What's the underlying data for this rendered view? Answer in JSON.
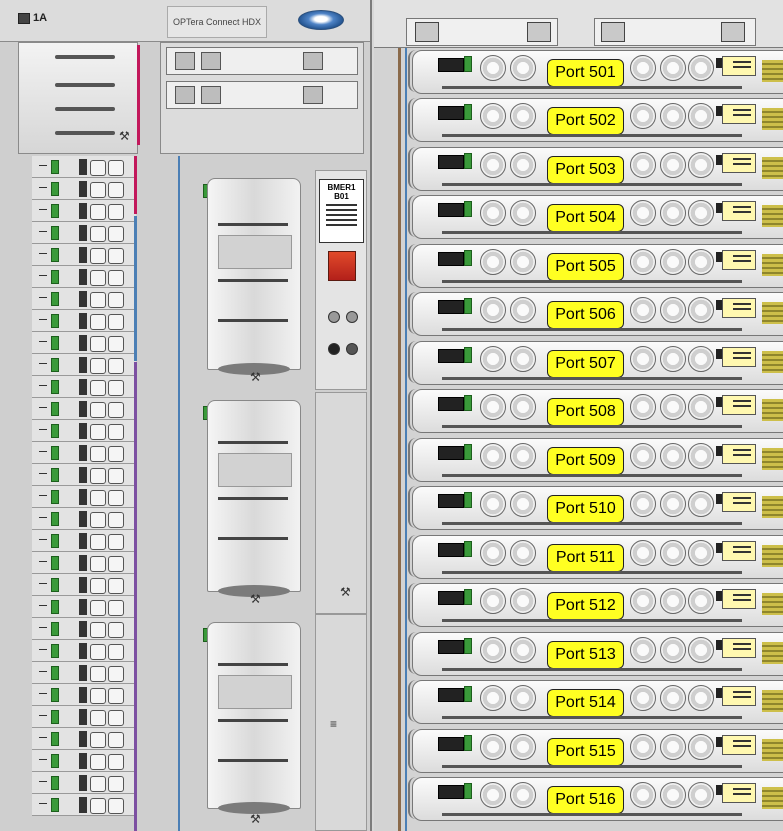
{
  "left_shelf": {
    "shelf_id": "1A",
    "product_name": "OPTera Connect HDX",
    "bmer_label": "BMER1 B01"
  },
  "right_shelf": {
    "port_labels": [
      "Port 501",
      "Port 502",
      "Port 503",
      "Port 504",
      "Port 505",
      "Port 506",
      "Port 507",
      "Port 508",
      "Port 509",
      "Port 510",
      "Port 511",
      "Port 512",
      "Port 513",
      "Port 514",
      "Port 515",
      "Port 516"
    ]
  },
  "colors": {
    "port_label_bg": "#ffff22",
    "pink_accent": "#c2185b",
    "blue_accent": "#4b7fb5",
    "purple_accent": "#7c4fa1",
    "alarm_red": "#d0391f"
  },
  "icons": [
    "wrench-icon",
    "fiber-connector-icon",
    "sfp-module-icon",
    "warning-icon",
    "nortel-logo"
  ]
}
